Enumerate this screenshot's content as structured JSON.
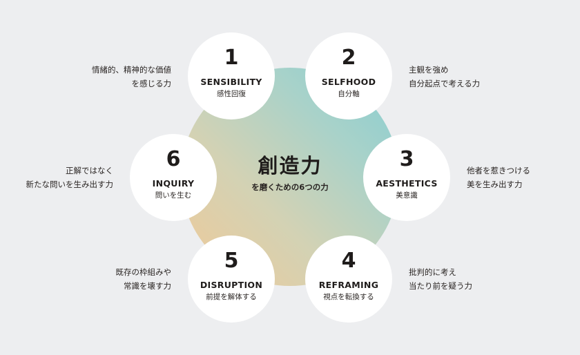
{
  "colors": {
    "background": "#edeef0",
    "gradient_start_teal": "#86cdd2",
    "gradient_end_peach": "#f1c997",
    "node_fill": "#ffffff",
    "text": "#1f1c1b"
  },
  "center": {
    "title": "創造力",
    "subtitle": "を磨くための6つの力"
  },
  "nodes": [
    {
      "number": "1",
      "name_en": "SENSIBILITY",
      "name_ja": "感性回復",
      "description": [
        "情緒的、精神的な価値",
        "を感じる力"
      ]
    },
    {
      "number": "2",
      "name_en": "SELFHOOD",
      "name_ja": "自分軸",
      "description": [
        "主観を強め",
        "自分起点で考える力"
      ]
    },
    {
      "number": "3",
      "name_en": "AESTHETICS",
      "name_ja": "美意識",
      "description": [
        "他者を惹きつける",
        "美を生み出す力"
      ]
    },
    {
      "number": "4",
      "name_en": "REFRAMING",
      "name_ja": "視点を転換する",
      "description": [
        "批判的に考え",
        "当たり前を疑う力"
      ]
    },
    {
      "number": "5",
      "name_en": "DISRUPTION",
      "name_ja": "前提を解体する",
      "description": [
        "既存の枠組みや",
        "常識を壊す力"
      ]
    },
    {
      "number": "6",
      "name_en": "INQUIRY",
      "name_ja": "問いを生む",
      "description": [
        "正解ではなく",
        "新たな問いを生み出す力"
      ]
    }
  ]
}
